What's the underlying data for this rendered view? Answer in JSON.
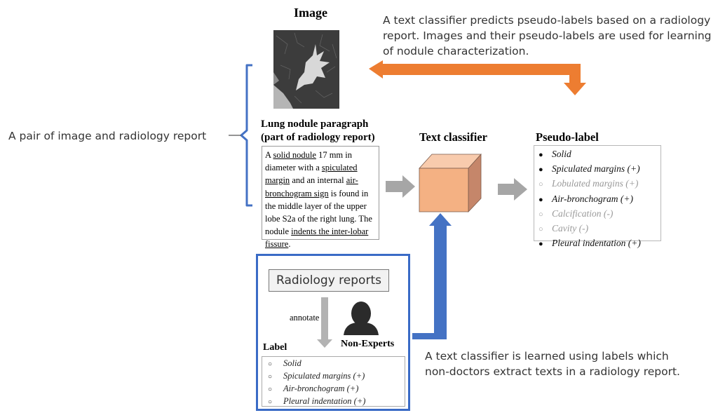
{
  "image_heading": "Image",
  "top_note": "A text classifier predicts pseudo-labels based on a radiology report. Images and their pseudo-labels are used for learning of nodule characterization.",
  "pair_label": "A pair of image and radiology report",
  "paragraph": {
    "heading_line1": "Lung nodule paragraph",
    "heading_line2": "(part of radiology report)",
    "segments": [
      "A ",
      "solid nodule",
      " 17 mm in diameter with a ",
      "spiculated margin",
      " and an internal ",
      "air-bronchogram sign",
      " is found in the middle layer of the upper lobe S2a of the right lung. The nodule ",
      "indents the inter-lobar fissure",
      "."
    ]
  },
  "text_classifier_heading": "Text classifier",
  "pseudo_label": {
    "heading": "Pseudo-label",
    "items": [
      {
        "text": "Solid",
        "active": true
      },
      {
        "text": "Spiculated margins (+)",
        "active": true
      },
      {
        "text": "Lobulated margins (+)",
        "active": false
      },
      {
        "text": "Air-bronchogram (+)",
        "active": true
      },
      {
        "text": "Calcification (-)",
        "active": false
      },
      {
        "text": "Cavity (-)",
        "active": false
      },
      {
        "text": "Pleural indentation (+)",
        "active": true
      }
    ]
  },
  "radiology_reports": "Radiology reports",
  "annotate": "annotate",
  "non_experts": "Non-Experts",
  "label": {
    "heading": "Label",
    "items": [
      "Solid",
      "Spiculated margins (+)",
      "Air-bronchogram (+)",
      "Pleural indentation (+)"
    ]
  },
  "bottom_note": "A text classifier is learned using labels which non-doctors extract texts in a radiology report.",
  "colors": {
    "orange": "#ed7d31",
    "blue": "#4472c4",
    "gray_arrow": "#a6a6a6",
    "cube_front": "#f4b183",
    "cube_top": "#f8cbad",
    "cube_side": "#c5866a"
  }
}
